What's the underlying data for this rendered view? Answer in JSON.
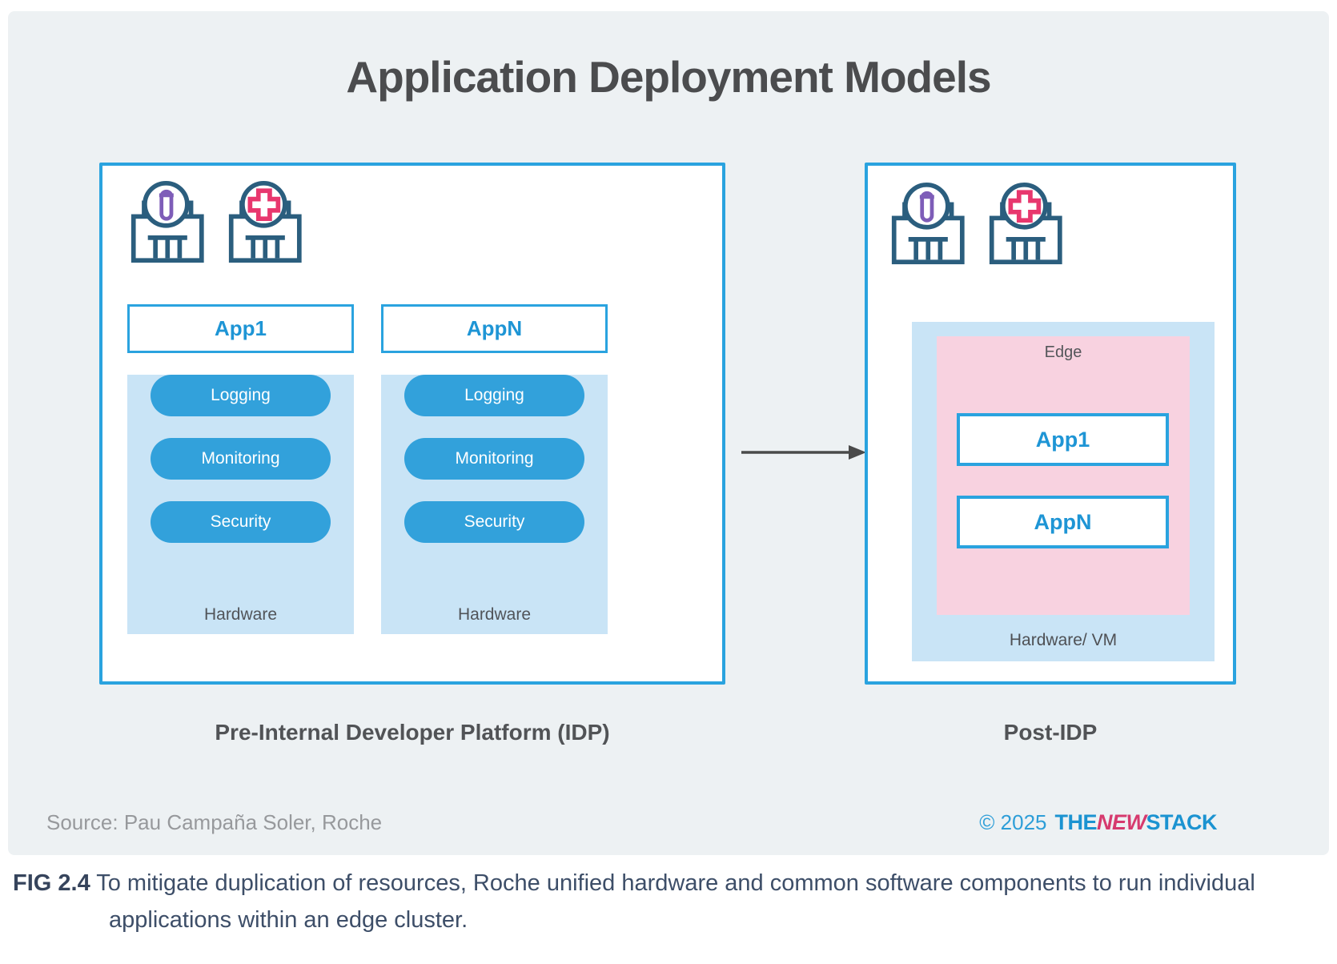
{
  "title": "Application Deployment Models",
  "pre_idp": {
    "label": "Pre-Internal Developer Platform (IDP)",
    "stacks": [
      {
        "app": "App1",
        "components": [
          "Logging",
          "Monitoring",
          "Security"
        ],
        "base": "Hardware"
      },
      {
        "app": "AppN",
        "components": [
          "Logging",
          "Monitoring",
          "Security"
        ],
        "base": "Hardware"
      }
    ]
  },
  "post_idp": {
    "label": "Post-IDP",
    "edge_label": "Edge",
    "apps": [
      "App1",
      "AppN"
    ],
    "base": "Hardware/ VM"
  },
  "icons": {
    "left": [
      "lab-building-icon",
      "hospital-building-icon"
    ],
    "right": [
      "lab-building-icon",
      "hospital-building-icon"
    ],
    "arrow": "right-arrow-icon"
  },
  "footer": {
    "source": "Source: Pau Campaña Soler, Roche",
    "copyright_prefix": "© 2025",
    "brand_the": "THE",
    "brand_new": "NEW",
    "brand_stack": "STACK"
  },
  "caption": {
    "fig": "FIG 2.4",
    "text": "To mitigate duplication of resources, Roche unified hardware and common software components to run individual applications within an edge cluster."
  },
  "colors": {
    "panel_background": "#edf1f3",
    "box_border_blue": "#2aa3df",
    "app_text_blue": "#1e95d5",
    "pill_blue": "#32a1db",
    "light_blue_panel": "#c9e4f6",
    "edge_pink": "#f8d2e0",
    "building_outline": "#2b5e7e",
    "test_tube_purple": "#7e5db8",
    "cross_pink": "#e8376e",
    "title_gray": "#4b4c4e",
    "caption_navy": "#3d4e68",
    "brand_blue": "#1b93d1",
    "brand_pink": "#d63a6e"
  }
}
